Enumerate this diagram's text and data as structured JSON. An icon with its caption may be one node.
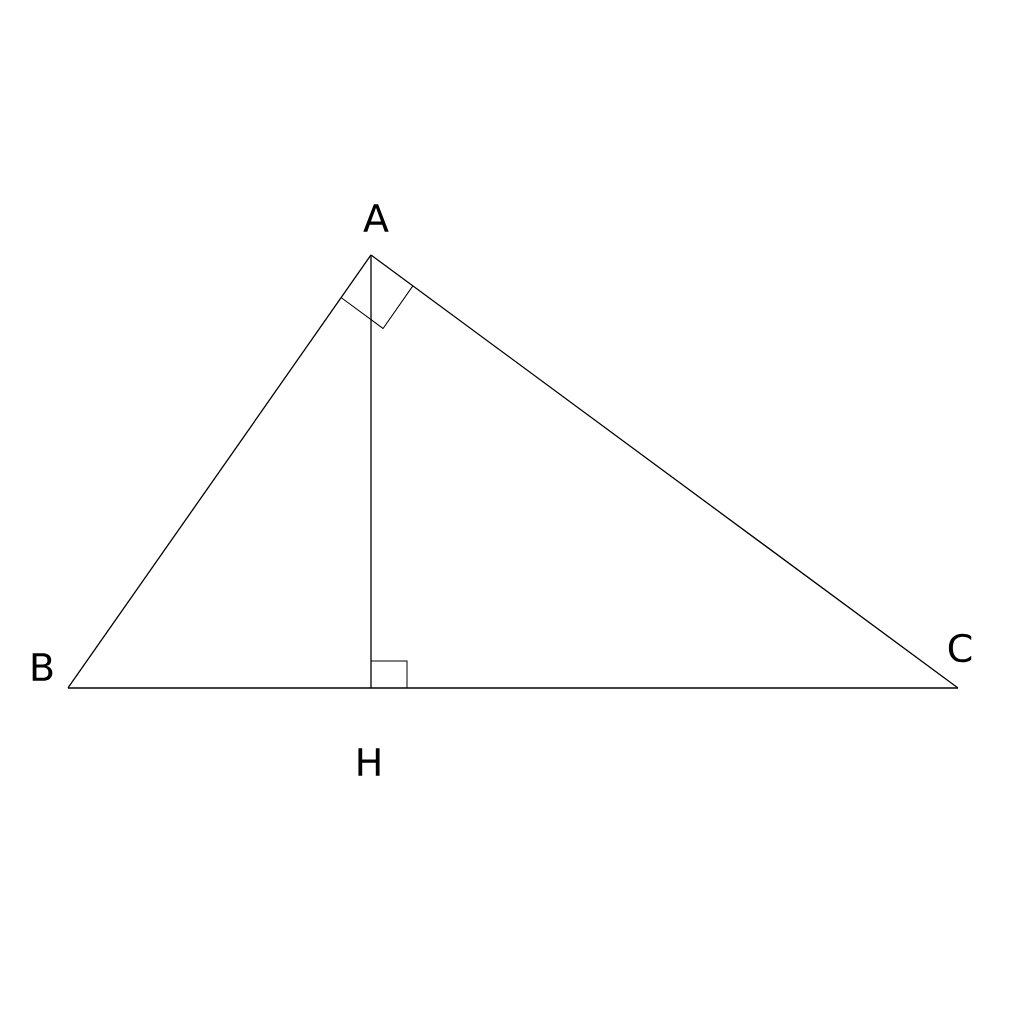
{
  "diagram": {
    "nodes": [
      {
        "text": [
          "A"
        ]
      },
      {
        "text": [
          "B"
        ]
      },
      {
        "text": [
          "C"
        ]
      },
      {
        "text": [
          "H"
        ]
      }
    ],
    "edges": [
      {
        "from": 0,
        "to": 1,
        "arrow": "none"
      },
      {
        "from": 0,
        "to": 2,
        "arrow": "none"
      },
      {
        "from": 1,
        "to": 2,
        "arrow": "none"
      },
      {
        "from": 0,
        "to": 3,
        "arrow": "none"
      }
    ]
  }
}
